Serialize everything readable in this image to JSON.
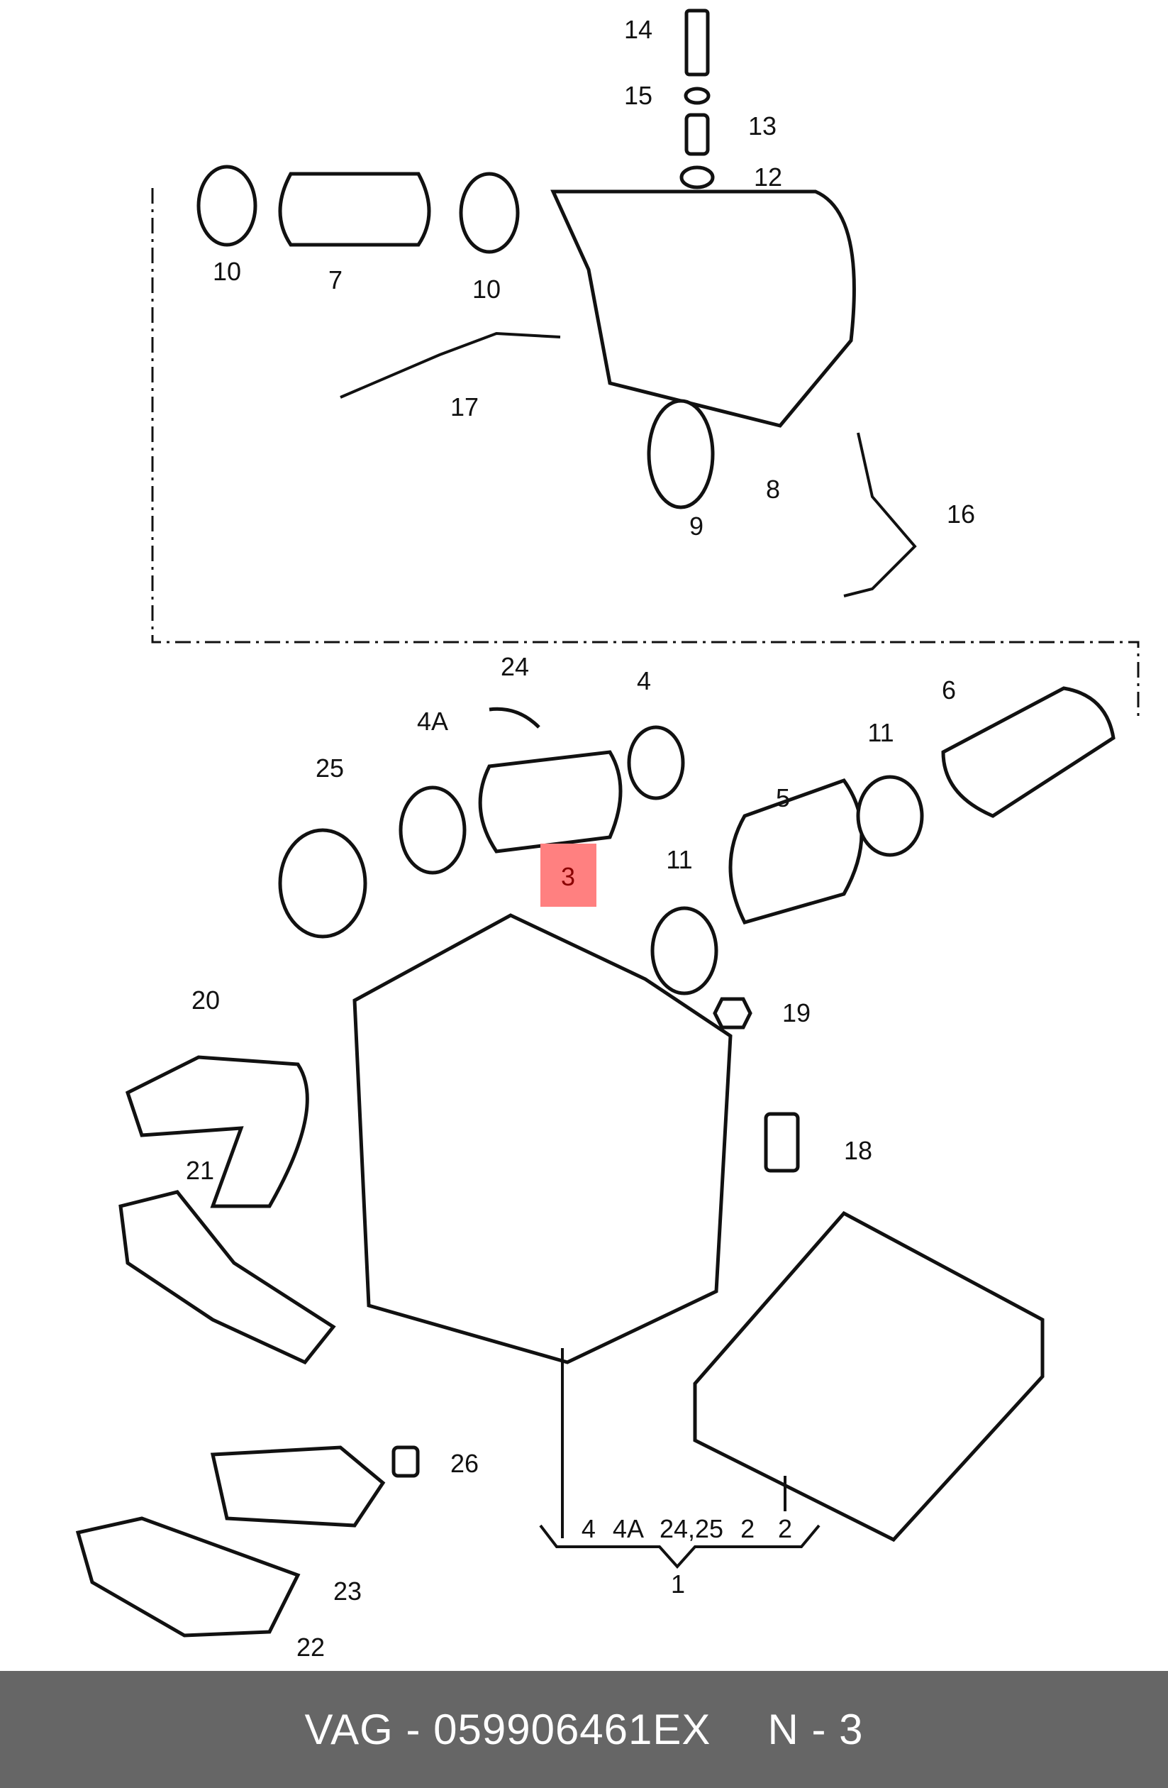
{
  "diagram": {
    "title": "Air filter housing assembly exploded view",
    "highlight_color": "#ff8080",
    "highlighted_part": "3",
    "callouts": [
      {
        "id": "14",
        "text": "14"
      },
      {
        "id": "15",
        "text": "15"
      },
      {
        "id": "13",
        "text": "13"
      },
      {
        "id": "12",
        "text": "12"
      },
      {
        "id": "10a",
        "text": "10"
      },
      {
        "id": "7",
        "text": "7"
      },
      {
        "id": "10b",
        "text": "10"
      },
      {
        "id": "17",
        "text": "17"
      },
      {
        "id": "9",
        "text": "9"
      },
      {
        "id": "8",
        "text": "8"
      },
      {
        "id": "16",
        "text": "16"
      },
      {
        "id": "24",
        "text": "24"
      },
      {
        "id": "4",
        "text": "4"
      },
      {
        "id": "4A",
        "text": "4A"
      },
      {
        "id": "6",
        "text": "6"
      },
      {
        "id": "25",
        "text": "25"
      },
      {
        "id": "11a",
        "text": "11"
      },
      {
        "id": "5",
        "text": "5"
      },
      {
        "id": "3",
        "text": "3"
      },
      {
        "id": "11b",
        "text": "11"
      },
      {
        "id": "19",
        "text": "19"
      },
      {
        "id": "20",
        "text": "20"
      },
      {
        "id": "18",
        "text": "18"
      },
      {
        "id": "21",
        "text": "21"
      },
      {
        "id": "26",
        "text": "26"
      },
      {
        "id": "23",
        "text": "23"
      },
      {
        "id": "22",
        "text": "22"
      },
      {
        "id": "2",
        "text": "2"
      },
      {
        "id": "1",
        "text": "1"
      }
    ],
    "assembly_group": {
      "label": "1",
      "members": "4   4A   24,25   2"
    }
  },
  "footer": {
    "brand": "VAG",
    "separator": "-",
    "part_number": "059906461EX",
    "position_label": "N - 3"
  },
  "colors": {
    "footer_bg": "#666666",
    "footer_text": "#ffffff"
  }
}
